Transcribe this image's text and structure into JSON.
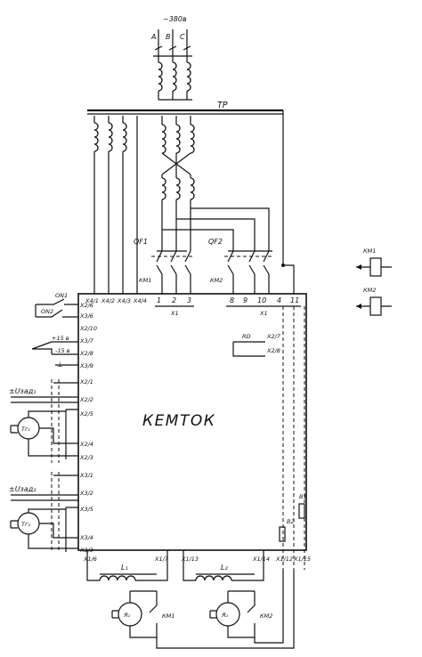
{
  "supply": {
    "voltage": "~380в",
    "phases": [
      "A",
      "B",
      "C"
    ]
  },
  "transformer": {
    "label": "ТР"
  },
  "breakers": {
    "qf1": "QF1",
    "qf2": "QF2",
    "km1": "КМ1",
    "km2": "КМ2"
  },
  "block": {
    "title": "КЕМТОК"
  },
  "terminals": {
    "top_x4": [
      "Х4/1",
      "Х4/2",
      "Х4/3",
      "Х4/4"
    ],
    "top_x1_left": [
      "1",
      "2",
      "3"
    ],
    "top_x1_right": [
      "8",
      "9",
      "10",
      "4",
      "11"
    ],
    "group_left": "Х1",
    "group_right": "Х1",
    "left_side": [
      "Х2/6",
      "Х3/6",
      "Х2/10",
      "Х3/7",
      "Х2/8",
      "Х3/9",
      "Х2/1",
      "Х2/2",
      "Х2/5",
      "Х2/4",
      "Х2/3",
      "Х3/1",
      "Х3/2",
      "Х3/5",
      "Х3/4",
      "Х3/3"
    ],
    "right_inner": [
      "Х2/7",
      "Х2/8"
    ],
    "bottom": [
      "Х1/6",
      "Х1/7",
      "Х1/13",
      "Х1/14",
      "Х1/12",
      "Х1/15"
    ]
  },
  "left_labels": {
    "on1": "ON1",
    "on2": "ON2",
    "plus15": "+15 в",
    "minus15": "-15 в",
    "ground": "⊥",
    "uzad1": "±Uзад₁",
    "uzad2": "±Uзад₂",
    "tg1": "Тг₁",
    "tg2": "Тг₂"
  },
  "right_labels": {
    "rd": "RD",
    "b1": "В1",
    "b2": "В2"
  },
  "bottom_labels": {
    "l1": "L₁",
    "l2": "L₂",
    "ya1": "Я₁",
    "ya2": "Я₂",
    "km1": "КМ1",
    "km2": "КМ2"
  },
  "legend": {
    "km1": "КМ1",
    "km2": "КМ2"
  }
}
